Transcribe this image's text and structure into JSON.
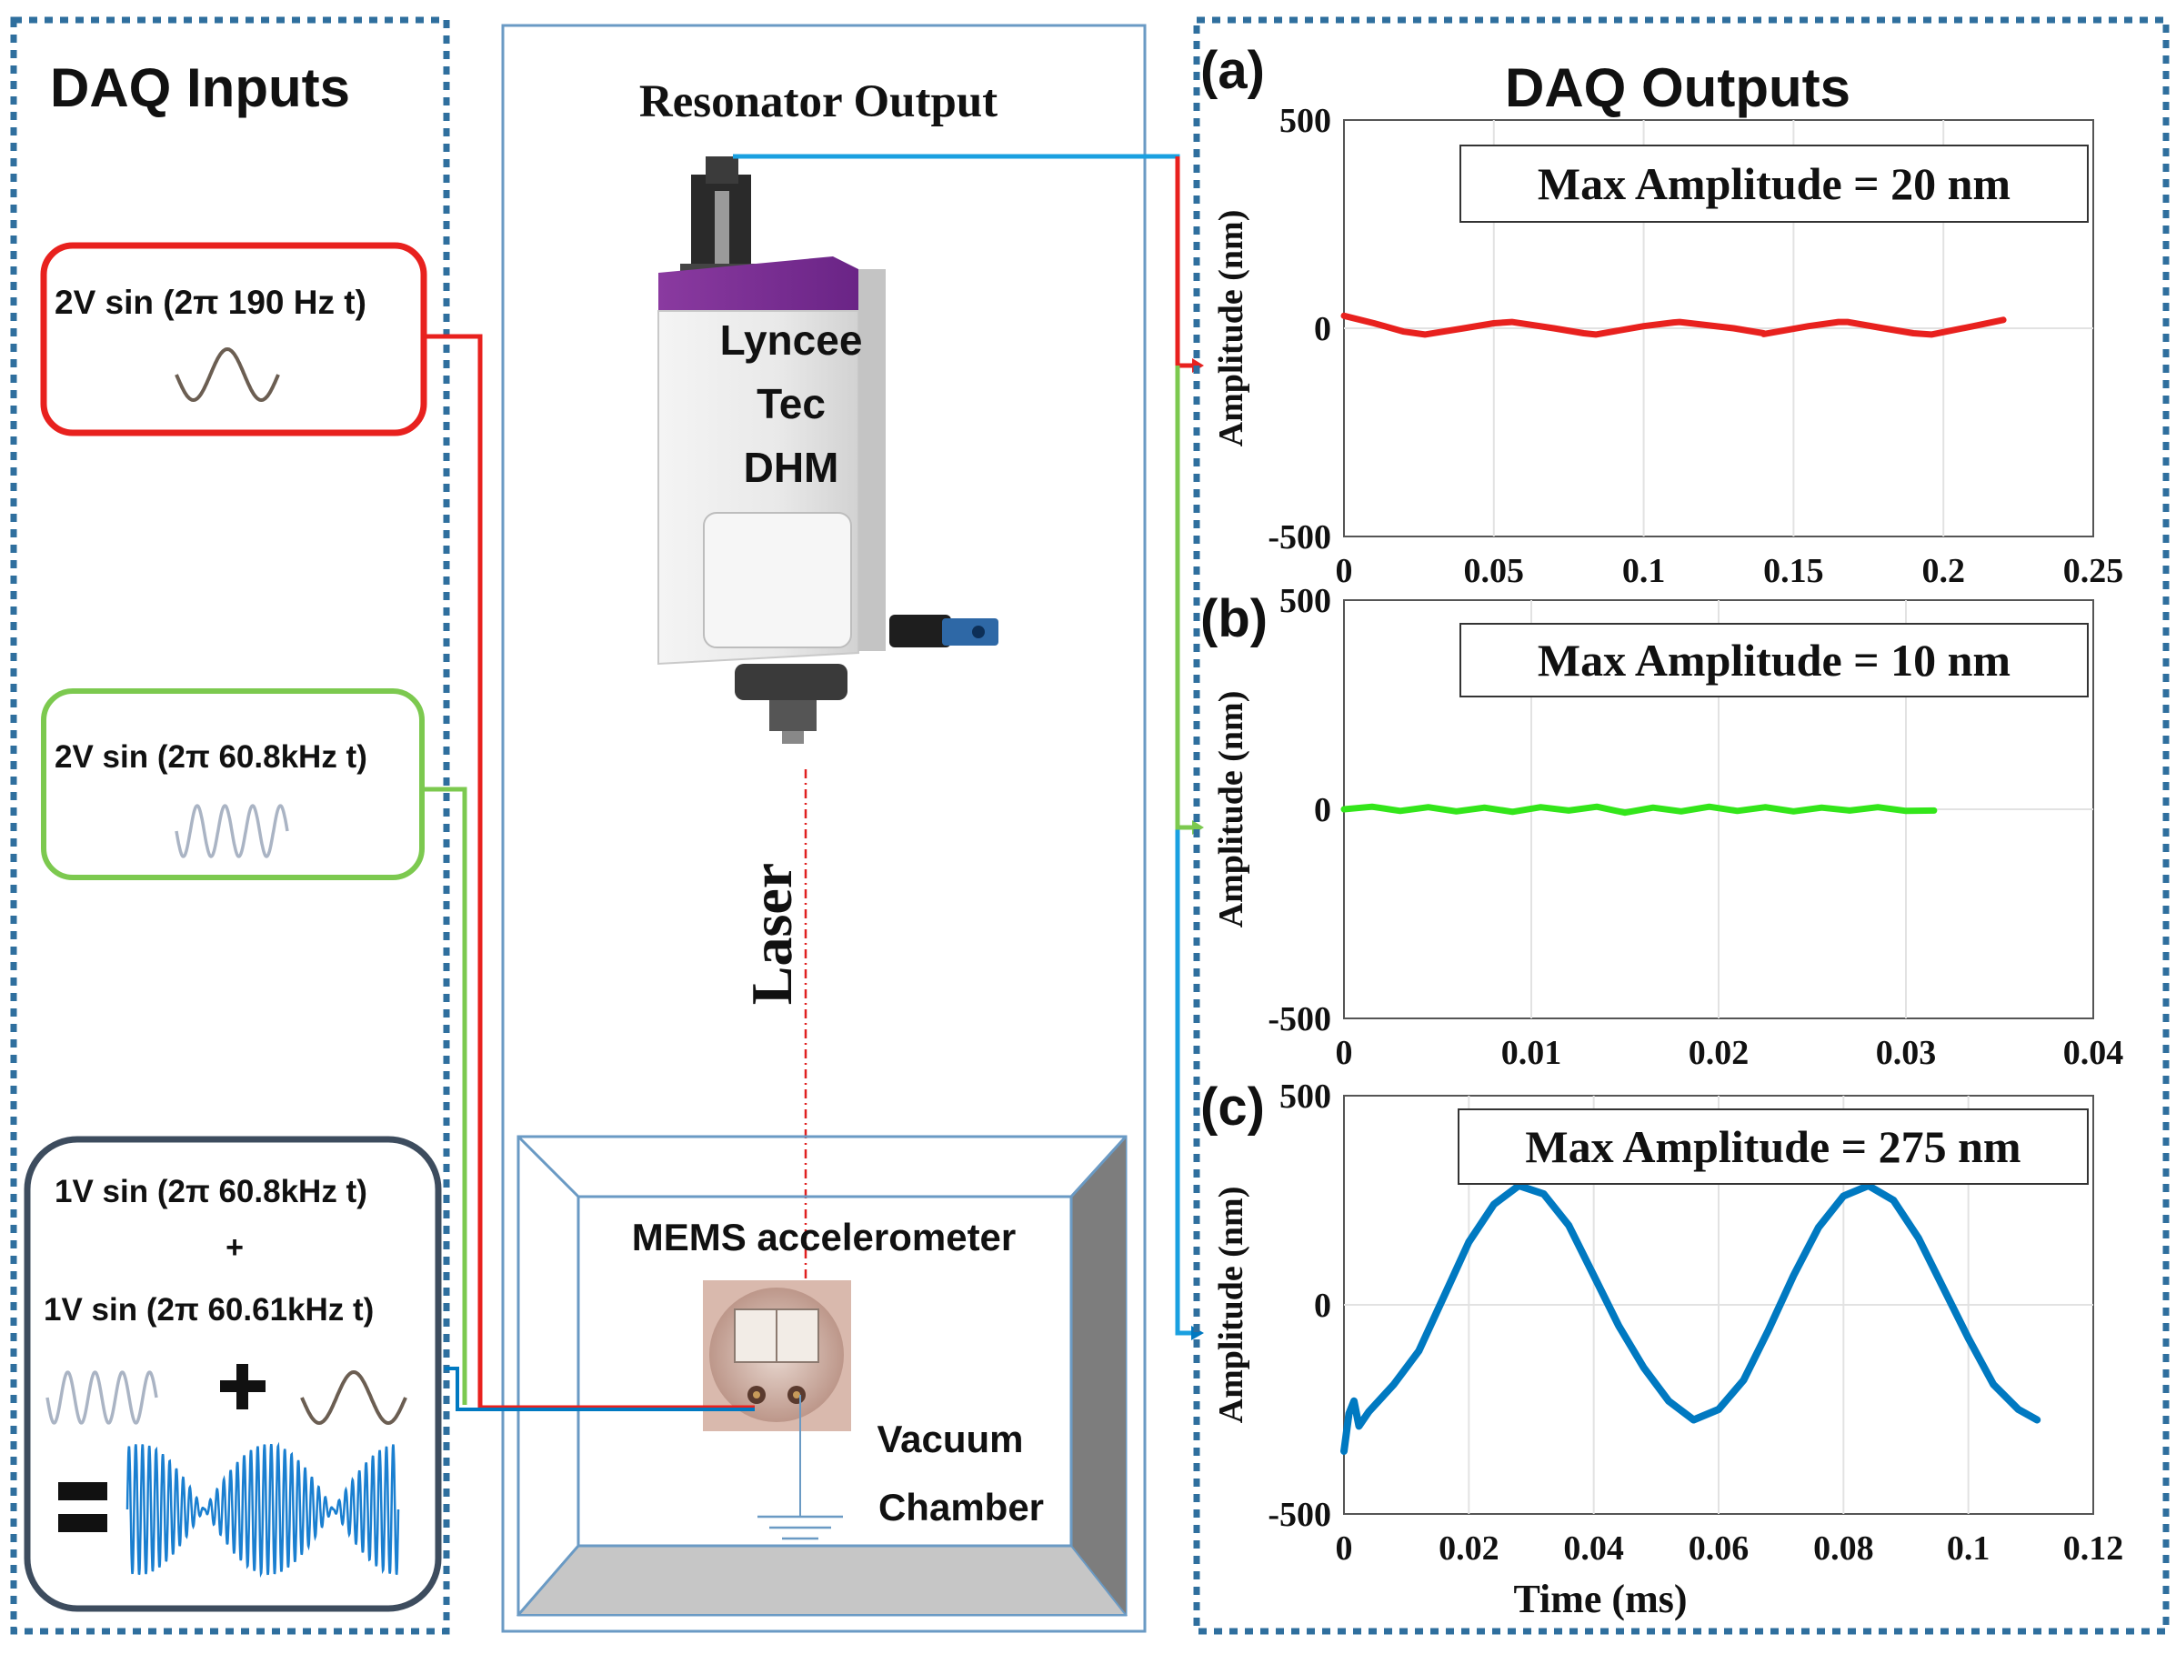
{
  "inputs": {
    "title": "DAQ Inputs",
    "signal_a": "2V sin (2π 190 Hz t)",
    "signal_b": "2V sin (2π 60.8kHz t)",
    "signal_c_line1": "1V sin (2π 60.8kHz t)",
    "signal_c_plus": "+",
    "signal_c_line2": "1V sin (2π 60.61kHz t)",
    "colors": {
      "a": "#e8211e",
      "b": "#7cc94f",
      "c": "#0079c1",
      "dark": "#3d4c5e"
    }
  },
  "center": {
    "title": "Resonator Output",
    "device_lines": [
      "Lyncee",
      "Tec",
      "DHM"
    ],
    "laser_label": "Laser",
    "mems_label": "MEMS accelerometer",
    "chamber_line1": "Vacuum",
    "chamber_line2": "Chamber",
    "device_icon": "dhm-microscope-icon",
    "chip_icon": "mems-chip-icon",
    "ground_icon": "ground-icon"
  },
  "outputs": {
    "title": "DAQ Outputs",
    "xlabel": "Time (ms)"
  },
  "chart_data": [
    {
      "type": "line",
      "panel_label": "(a)",
      "annotation": "Max Amplitude  = 20 nm",
      "ylabel": "Amplitude (nm)",
      "xlim": [
        0,
        0.25
      ],
      "ylim": [
        -500,
        500
      ],
      "xticks": [
        "0",
        "0.05",
        "0.1",
        "0.15",
        "0.2",
        "0.25"
      ],
      "yticks": [
        "500",
        "0",
        "-500"
      ],
      "grid": true,
      "color": "#e8211e",
      "series": [
        {
          "x": [
            0,
            0.01,
            0.02,
            0.027,
            0.04,
            0.05,
            0.056,
            0.07,
            0.08,
            0.084,
            0.1,
            0.11,
            0.112,
            0.13,
            0.14,
            0.14,
            0.155,
            0.165,
            0.168,
            0.18,
            0.19,
            0.196,
            0.21,
            0.22
          ],
          "y": [
            30,
            12,
            -8,
            -15,
            0,
            12,
            15,
            0,
            -12,
            -15,
            5,
            14,
            15,
            0,
            -12,
            -14,
            5,
            15,
            15,
            0,
            -12,
            -15,
            5,
            20
          ]
        }
      ]
    },
    {
      "type": "line",
      "panel_label": "(b)",
      "annotation": "Max Amplitude  = 10 nm",
      "ylabel": "Amplitude (nm)",
      "xlim": [
        0,
        0.04
      ],
      "ylim": [
        -500,
        500
      ],
      "xticks": [
        "0",
        "0.01",
        "0.02",
        "0.03",
        "0.04"
      ],
      "yticks": [
        "500",
        "0",
        "-500"
      ],
      "grid": true,
      "color": "#33e61a",
      "series": [
        {
          "x": [
            0,
            0.0015,
            0.003,
            0.0045,
            0.006,
            0.0075,
            0.009,
            0.0105,
            0.012,
            0.0135,
            0.015,
            0.0165,
            0.018,
            0.0195,
            0.021,
            0.0225,
            0.024,
            0.0255,
            0.027,
            0.0285,
            0.03,
            0.0315
          ],
          "y": [
            0,
            6,
            -4,
            5,
            -5,
            4,
            -6,
            5,
            -3,
            6,
            -8,
            4,
            -5,
            6,
            -4,
            5,
            -5,
            4,
            -3,
            5,
            -4,
            -3
          ]
        }
      ]
    },
    {
      "type": "line",
      "panel_label": "(c)",
      "annotation": "Max Amplitude  = 275 nm",
      "ylabel": "Amplitude (nm)",
      "xlabel": "Time (ms)",
      "xlim": [
        0,
        0.12
      ],
      "ylim": [
        -500,
        500
      ],
      "xticks": [
        "0",
        "0.02",
        "0.04",
        "0.06",
        "0.08",
        "0.1",
        "0.12"
      ],
      "yticks": [
        "500",
        "0",
        "-500"
      ],
      "grid": true,
      "color": "#0079c1",
      "series": [
        {
          "x": [
            0,
            0.0008,
            0.0016,
            0.0024,
            0.004,
            0.008,
            0.012,
            0.016,
            0.02,
            0.024,
            0.028,
            0.032,
            0.036,
            0.04,
            0.044,
            0.048,
            0.052,
            0.056,
            0.06,
            0.064,
            0.068,
            0.072,
            0.076,
            0.08,
            0.084,
            0.088,
            0.092,
            0.096,
            0.1,
            0.104,
            0.108,
            0.111
          ],
          "y": [
            -350,
            -260,
            -230,
            -290,
            -255,
            -190,
            -110,
            20,
            150,
            240,
            285,
            265,
            190,
            70,
            -50,
            -150,
            -230,
            -275,
            -250,
            -180,
            -60,
            70,
            185,
            260,
            285,
            250,
            160,
            40,
            -80,
            -190,
            -250,
            -275
          ]
        }
      ]
    }
  ]
}
